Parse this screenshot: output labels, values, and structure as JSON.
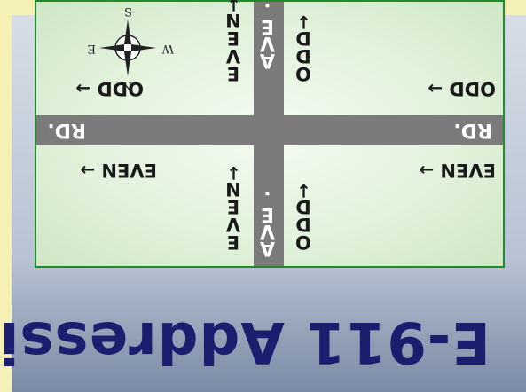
{
  "title": "E-911 Addressing",
  "colors": {
    "title": "#1b1e6e",
    "road": "#7b7b7b",
    "map_border": "#1f8b2b",
    "background": "#f5f1b6"
  },
  "map": {
    "roads": {
      "horizontal_left": "RD.",
      "horizontal_right": "RD.",
      "vertical_top": "AVE.",
      "vertical_bottom": "AVE."
    },
    "notes": {
      "top_left_vertical_odd": "ODD",
      "top_right_vertical_even": "EVEN",
      "bottom_left_vertical_odd": "ODD",
      "bottom_right_vertical_even": "EVEN",
      "left_top_horizontal_even": "EVEN",
      "right_top_horizontal_even": "EVEN",
      "left_bottom_horizontal_odd": "ODD",
      "right_bottom_horizontal_odd": "ODD"
    },
    "compass": {
      "north": "N",
      "south": "S",
      "east": "E",
      "west": "W"
    }
  }
}
